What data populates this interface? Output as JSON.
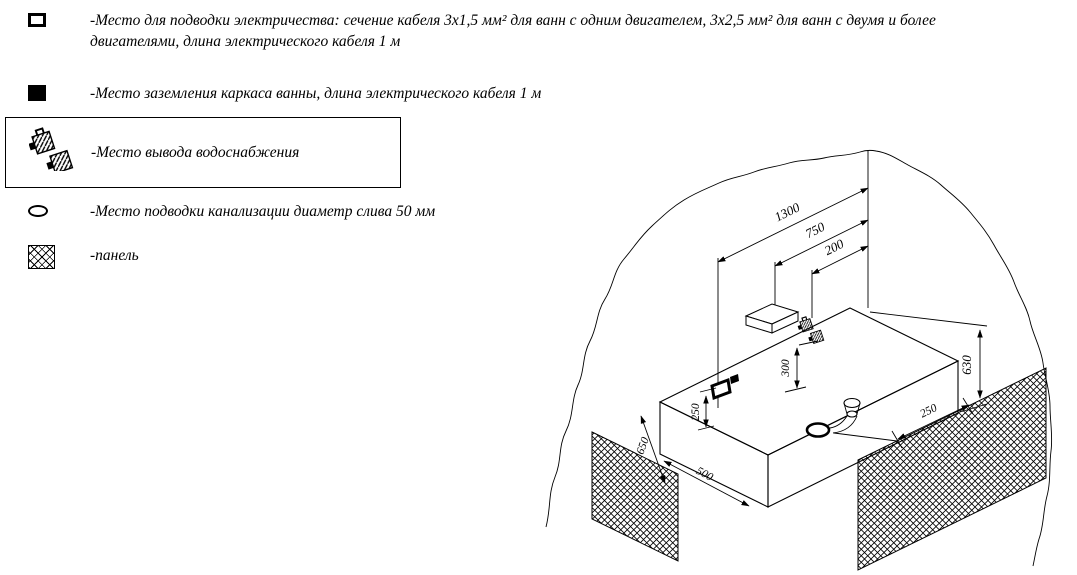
{
  "page": {
    "background": "#ffffff",
    "line_color": "#000000"
  },
  "legend": {
    "items": [
      {
        "id": "electric-supply",
        "label": "-Место для подводки электричества: сечение кабеля 3х1,5 мм² для ванн с одним двигателем, 3х2,5 мм² для ванн с двумя и более двигателями, длина электрического кабеля 1 м"
      },
      {
        "id": "grounding",
        "label": "-Место заземления каркаса ванны, длина электрического кабеля 1 м"
      },
      {
        "id": "water-supply",
        "label": "-Место вывода водоснабжения"
      },
      {
        "id": "sewage",
        "label": "-Место подводки канализации диаметр слива 50 мм"
      },
      {
        "id": "panel",
        "label": "-панель"
      }
    ]
  },
  "drawing": {
    "dimensions": {
      "total_width": "1300",
      "shelf_offset": "750",
      "water_offset": "200",
      "water_height": "300",
      "outlet_height": "250",
      "right_height": "630",
      "drain_offset": "250",
      "left_height": "650",
      "depth": "500"
    }
  }
}
